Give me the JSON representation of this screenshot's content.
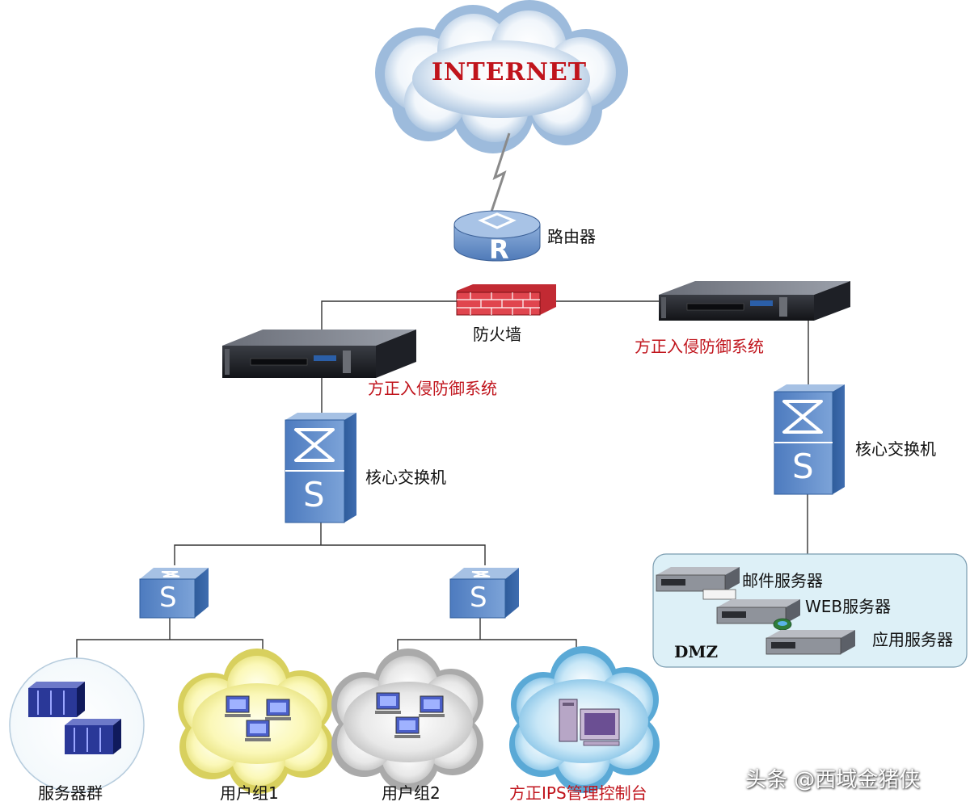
{
  "internet_label": "INTERNET",
  "router": {
    "label": "路由器",
    "glyph": "R"
  },
  "firewall": {
    "label": "防火墙"
  },
  "ips_left": {
    "label": "方正入侵防御系统"
  },
  "ips_right": {
    "label": "方正入侵防御系统"
  },
  "core_switch_left": {
    "label": "核心交换机",
    "glyph": "S"
  },
  "core_switch_right": {
    "label": "核心交换机",
    "glyph": "S"
  },
  "access_switch_glyph": "S",
  "dmz": {
    "label": "DMZ",
    "servers": [
      "邮件服务器",
      "WEB服务器",
      "应用服务器"
    ]
  },
  "groups": {
    "server_farm": "服务器群",
    "user_group_1": "用户组1",
    "user_group_2": "用户组2",
    "ips_console": "方正IPS管理控制台"
  },
  "watermark": "头条 @西域金猪侠",
  "colors": {
    "accent_red": "#c0141c",
    "switch_blue": "#5b86c4",
    "firewall_red": "#d8323a",
    "dmz_fill": "#ddf0f7"
  }
}
